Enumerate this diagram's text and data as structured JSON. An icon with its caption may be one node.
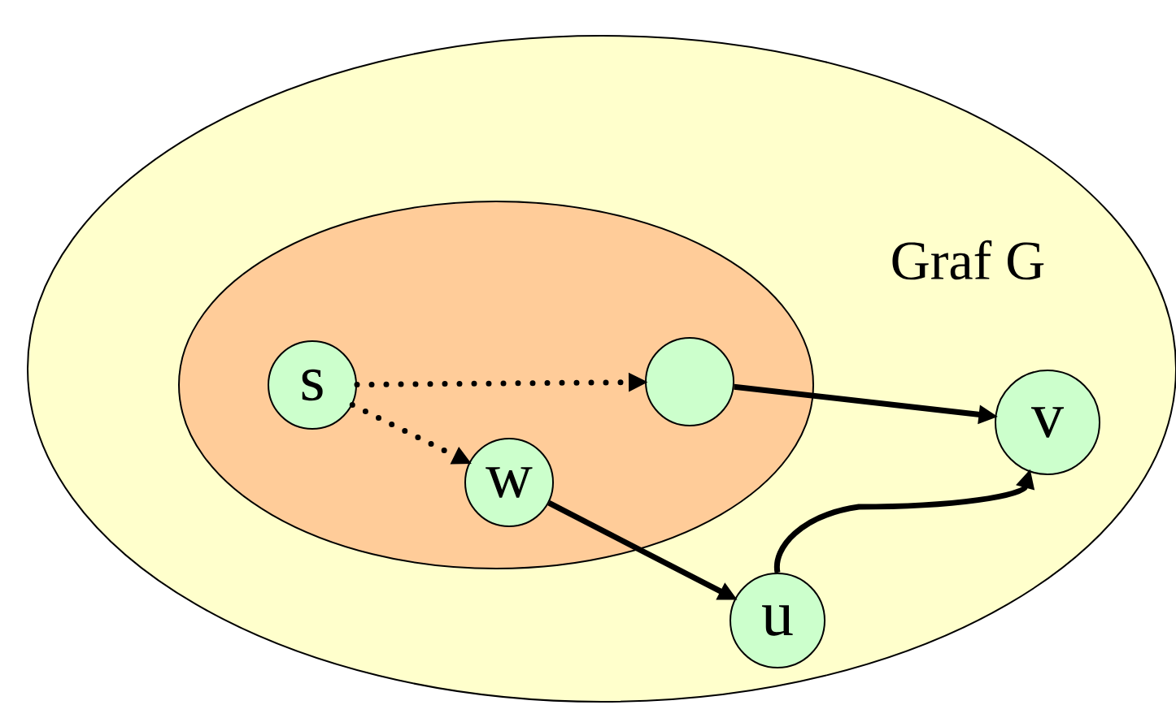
{
  "diagram": {
    "nodes": [
      {
        "text": [
          "Graf G"
        ]
      },
      {
        "text": [],
        "shape": "ellipse",
        "in": 0
      },
      {
        "text": [
          "s"
        ],
        "in": 1
      },
      {
        "text": [],
        "shape": "circle",
        "in": 1
      },
      {
        "text": [
          "v"
        ],
        "in": 0
      },
      {
        "text": [
          "w"
        ],
        "in": 1
      },
      {
        "text": [
          "u"
        ],
        "in": 0
      }
    ],
    "edges": [
      {
        "from": 2,
        "to": 3,
        "arrow": "to",
        "style": "dashed"
      },
      {
        "from": 2,
        "to": 5,
        "arrow": "to",
        "style": "dashed"
      },
      {
        "from": 3,
        "to": 4,
        "arrow": "to"
      },
      {
        "from": 5,
        "to": 6,
        "arrow": "to"
      },
      {
        "from": 6,
        "to": 4,
        "arrow": "to"
      }
    ]
  }
}
